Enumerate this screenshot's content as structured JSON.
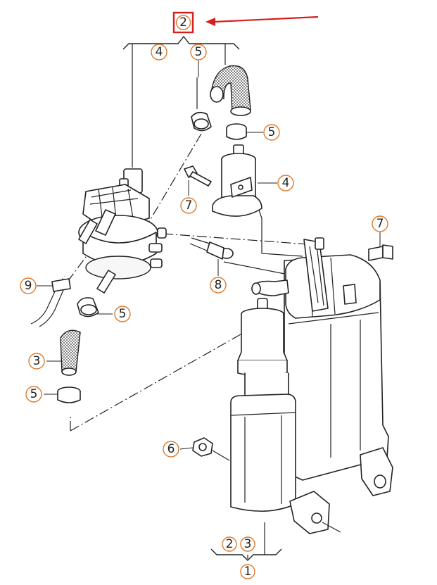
{
  "highlight_color": "#d62020",
  "callout_color": "#e07a2a",
  "callouts": {
    "top": "2",
    "assembly_4": "4",
    "bracket_5": "5",
    "clamp_5a": "5",
    "part_4": "4",
    "bolt_7a": "7",
    "bolt_7b": "7",
    "connector_9": "9",
    "hose_8": "8",
    "clamp_5b": "5",
    "hose_3": "3",
    "clamp_5c": "5",
    "nut_6": "6",
    "bottom_2": "2",
    "bottom_3": "3",
    "bottom_1": "1"
  },
  "icons": {
    "arrow": "arrow-left-icon",
    "valve": "purge-valve-icon",
    "canister": "charcoal-canister-icon",
    "pattern": "hose-texture"
  }
}
